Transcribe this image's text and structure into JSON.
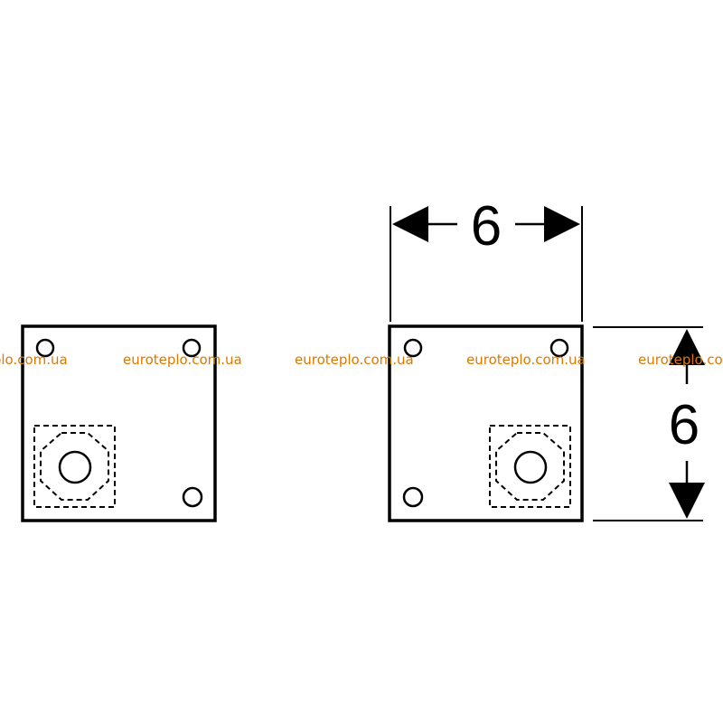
{
  "dimensions": {
    "width_label": "6",
    "height_label": "6"
  },
  "watermark": {
    "items": [
      "euroteplo.com.ua",
      "euroteplo.com.ua",
      "euroteplo.com.ua",
      "euroteplo.com.ua",
      "euroteplo.com.ua"
    ]
  },
  "colors": {
    "line": "#000000",
    "watermark": "#e07800",
    "background": "#ffffff"
  }
}
